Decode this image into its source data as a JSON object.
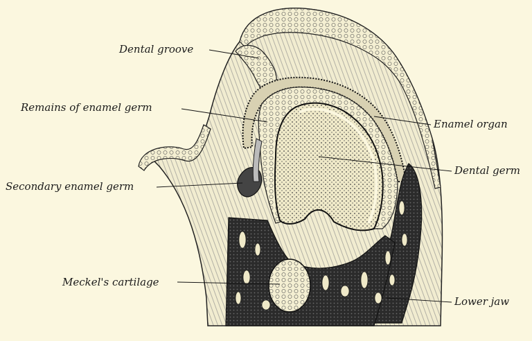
{
  "labels": {
    "dental_groove": "Dental groove",
    "remains_enamel_germ": "Remains of enamel germ",
    "enamel_organ": "Enamel organ",
    "dental_germ": "Dental germ",
    "secondary_enamel_germ": "Secondary enamel germ",
    "meckels_cartilage": "Meckel's cartilage",
    "lower_jaw": "Lower jaw"
  },
  "colors": {
    "background": "#fbf7df",
    "ink": "#1a1a1a",
    "bone": "#2a2a2a",
    "tissue": "#efeacb"
  }
}
